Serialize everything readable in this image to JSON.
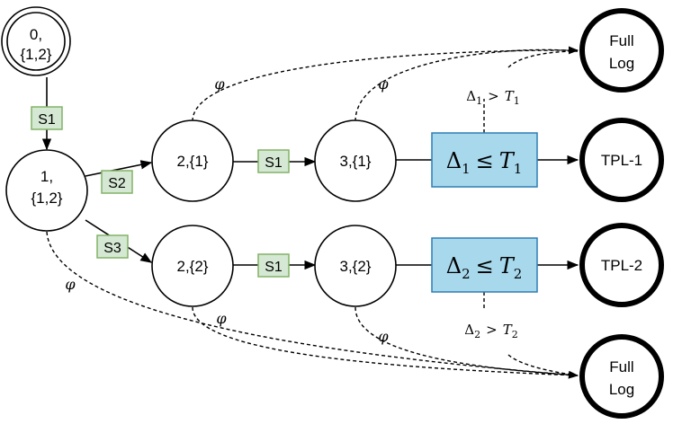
{
  "states": {
    "start": {
      "line1": "0,",
      "line2": "{1,2}"
    },
    "s1": {
      "line1": "1,",
      "line2": "{1,2}"
    },
    "upper_a": {
      "label": "2,{1}"
    },
    "upper_b": {
      "label": "3,{1}"
    },
    "lower_a": {
      "label": "2,{2}"
    },
    "lower_b": {
      "label": "3,{2}"
    }
  },
  "outcomes": {
    "full_log_top": {
      "line1": "Full",
      "line2": "Log"
    },
    "tpl1": {
      "label": "TPL-1"
    },
    "tpl2": {
      "label": "TPL-2"
    },
    "full_log_bottom": {
      "line1": "Full",
      "line2": "Log"
    }
  },
  "transitions": {
    "start_to_s1": "S1",
    "s1_to_upper": "S2",
    "s1_to_lower": "S3",
    "upper_a_to_b": "S1",
    "lower_a_to_b": "S1"
  },
  "epsilon_symbol": "φ",
  "conditions": {
    "box1": {
      "delta": "Δ",
      "sub": "1",
      "op": "≤",
      "t": "T",
      "tsub": "1"
    },
    "box2": {
      "delta": "Δ",
      "sub": "2",
      "op": "≤",
      "t": "T",
      "tsub": "2"
    },
    "label1": {
      "delta": "Δ",
      "sub": "1",
      "op": ">",
      "t": "T",
      "tsub": "1"
    },
    "label2": {
      "delta": "Δ",
      "sub": "2",
      "op": ">",
      "t": "T",
      "tsub": "2"
    }
  },
  "colors": {
    "tag_fill": "#d5e8d4",
    "tag_stroke": "#82b366",
    "condition_fill": "#a7d8ec",
    "condition_stroke": "#2f7fb5"
  }
}
